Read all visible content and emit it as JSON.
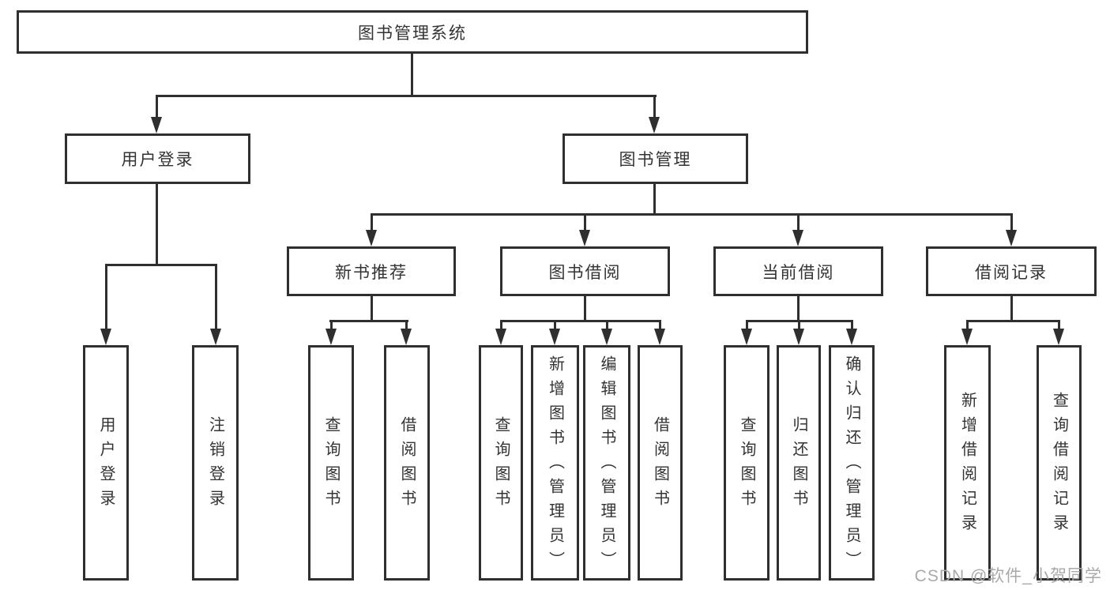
{
  "tree": {
    "label": "图书管理系统",
    "children": [
      {
        "label": "用户登录",
        "children": [
          {
            "label": "用户登录"
          },
          {
            "label": "注销登录"
          }
        ]
      },
      {
        "label": "图书管理",
        "children": [
          {
            "label": "新书推荐",
            "children": [
              {
                "label": "查询图书"
              },
              {
                "label": "借阅图书"
              }
            ]
          },
          {
            "label": "图书借阅",
            "children": [
              {
                "label": "查询图书"
              },
              {
                "label": "新增图书（管理员）"
              },
              {
                "label": "编辑图书（管理员）"
              },
              {
                "label": "借阅图书"
              }
            ]
          },
          {
            "label": "当前借阅",
            "children": [
              {
                "label": "查询图书"
              },
              {
                "label": "归还图书"
              },
              {
                "label": "确认归还（管理员）"
              }
            ]
          },
          {
            "label": "借阅记录",
            "children": [
              {
                "label": "新增借阅记录"
              },
              {
                "label": "查询借阅记录"
              }
            ]
          }
        ]
      }
    ]
  },
  "watermark": "CSDN @软件_小贺同学",
  "colors": {
    "line": "#2f2f2f",
    "box_border": "#2f2f2f",
    "box_fill": "#ffffff",
    "text": "#333333",
    "watermark": "#a9a9a9"
  }
}
